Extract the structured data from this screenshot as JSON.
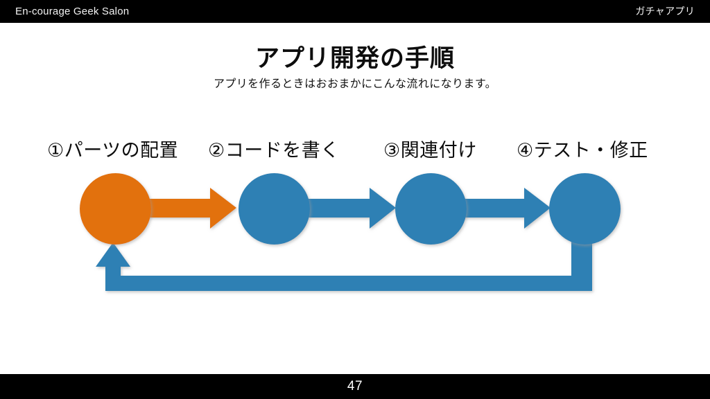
{
  "header": {
    "left_title": "En-courage Geek Salon",
    "right_title": "ガチャアプリ"
  },
  "slide": {
    "title": "アプリ開発の手順",
    "subtitle": "アプリを作るときはおおまかにこんな流れになります。"
  },
  "footer": {
    "page_number": "47"
  },
  "colors": {
    "orange": "#E2710F",
    "blue": "#2E80B4",
    "bar_black": "#000000",
    "text_dark": "#0D0D0D",
    "background": "#FFFFFF"
  },
  "diagram": {
    "steps": [
      {
        "label": "①パーツの配置",
        "node_color": "#E2710F",
        "arrow_color": "#E2710F"
      },
      {
        "label": "②コードを書く",
        "node_color": "#2E80B4",
        "arrow_color": "#2E80B4"
      },
      {
        "label": "③関連付け",
        "node_color": "#2E80B4",
        "arrow_color": "#2E80B4"
      },
      {
        "label": "④テスト・修正",
        "node_color": "#2E80B4",
        "arrow_color": "#2E80B4"
      }
    ],
    "feedback_loop": {
      "from_step": 4,
      "to_step": 1,
      "color": "#2E80B4"
    }
  }
}
